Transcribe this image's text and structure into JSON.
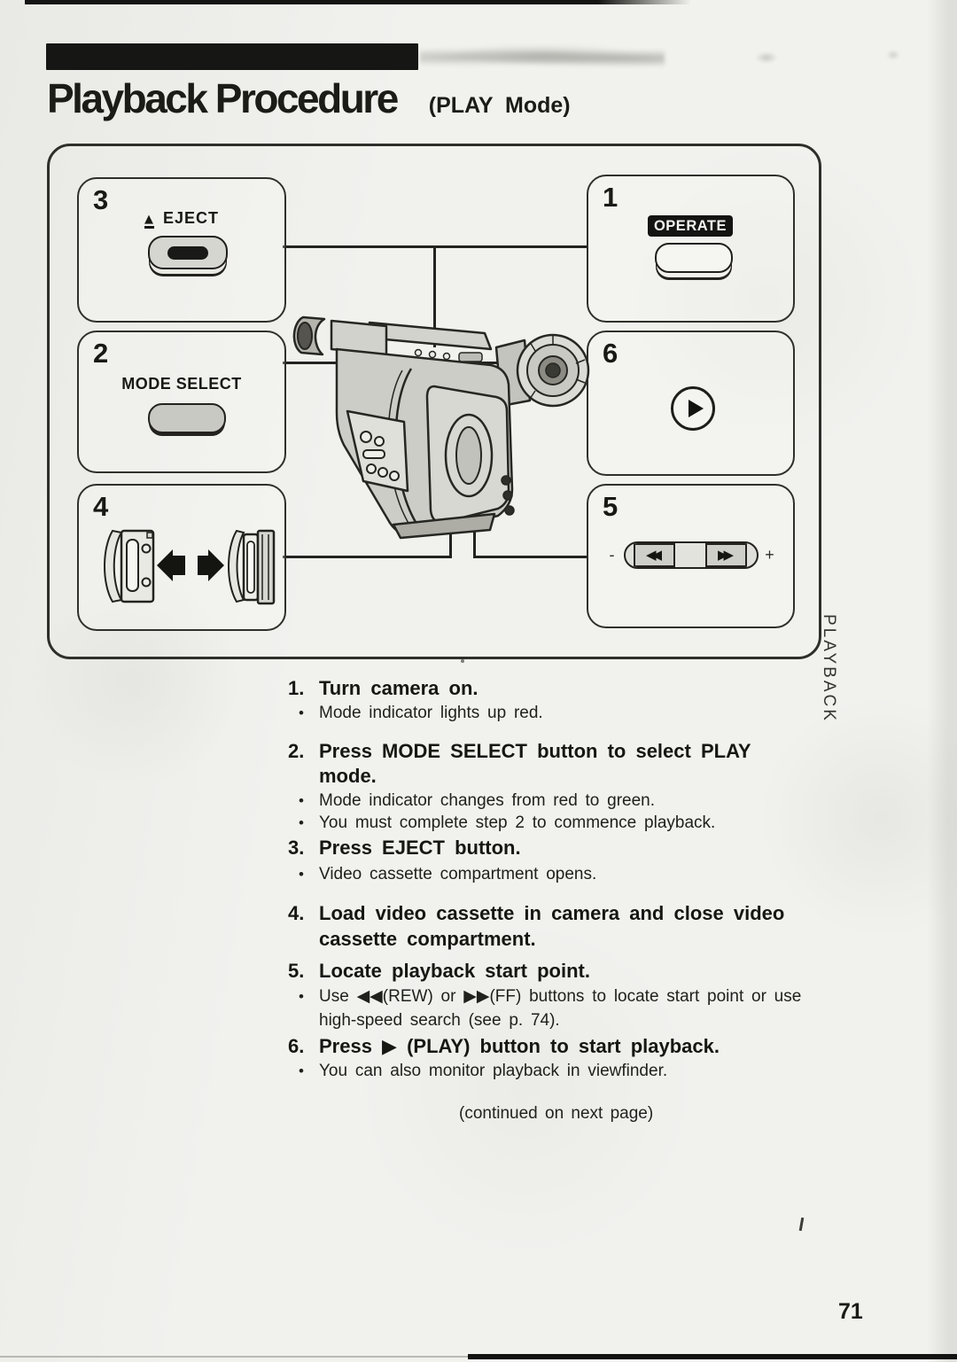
{
  "page": {
    "title": "Playback Procedure",
    "title_suffix": "(PLAY Mode)",
    "side_label": "PLAYBACK",
    "continued_note": "(continued on next page)",
    "page_number": "71"
  },
  "ui": {
    "bullet": "•",
    "minus": "-",
    "plus": "+",
    "rew_icon": "◀◀",
    "ff_icon": "▶▶",
    "eject_icon": "▲",
    "ink_color": "#1c1c19",
    "paper_color": "#f1f1ee"
  },
  "diagram": {
    "box1": {
      "number": "1",
      "label": "OPERATE"
    },
    "box2": {
      "number": "2",
      "label": "MODE SELECT"
    },
    "box3": {
      "number": "3",
      "label": "EJECT"
    },
    "box4": {
      "number": "4"
    },
    "box5": {
      "number": "5"
    },
    "box6": {
      "number": "6"
    }
  },
  "steps": [
    {
      "num": "1.",
      "lines": [
        "Turn camera on."
      ],
      "bullets": [
        [
          "Mode indicator lights up red."
        ]
      ]
    },
    {
      "num": "2.",
      "lines": [
        "Press MODE SELECT button to select PLAY",
        "mode."
      ],
      "bullets": [
        [
          "Mode indicator changes from red to green."
        ],
        [
          "You must complete step 2 to commence playback."
        ]
      ]
    },
    {
      "num": "3.",
      "lines": [
        "Press EJECT button."
      ],
      "bullets": [
        [
          "Video cassette compartment opens."
        ]
      ]
    },
    {
      "num": "4.",
      "lines": [
        "Load video cassette in camera and close video",
        "cassette compartment."
      ],
      "bullets": []
    },
    {
      "num": "5.",
      "lines": [
        "Locate playback start point."
      ],
      "bullets": [
        [
          "Use ◀◀(REW) or ▶▶(FF) buttons to locate start point or use",
          "high-speed search (see p. 74)."
        ]
      ]
    },
    {
      "num": "6.",
      "lines": [
        "Press ▶ (PLAY) button to start playback."
      ],
      "bullets": [
        [
          "You can also monitor playback in viewfinder."
        ]
      ]
    }
  ]
}
